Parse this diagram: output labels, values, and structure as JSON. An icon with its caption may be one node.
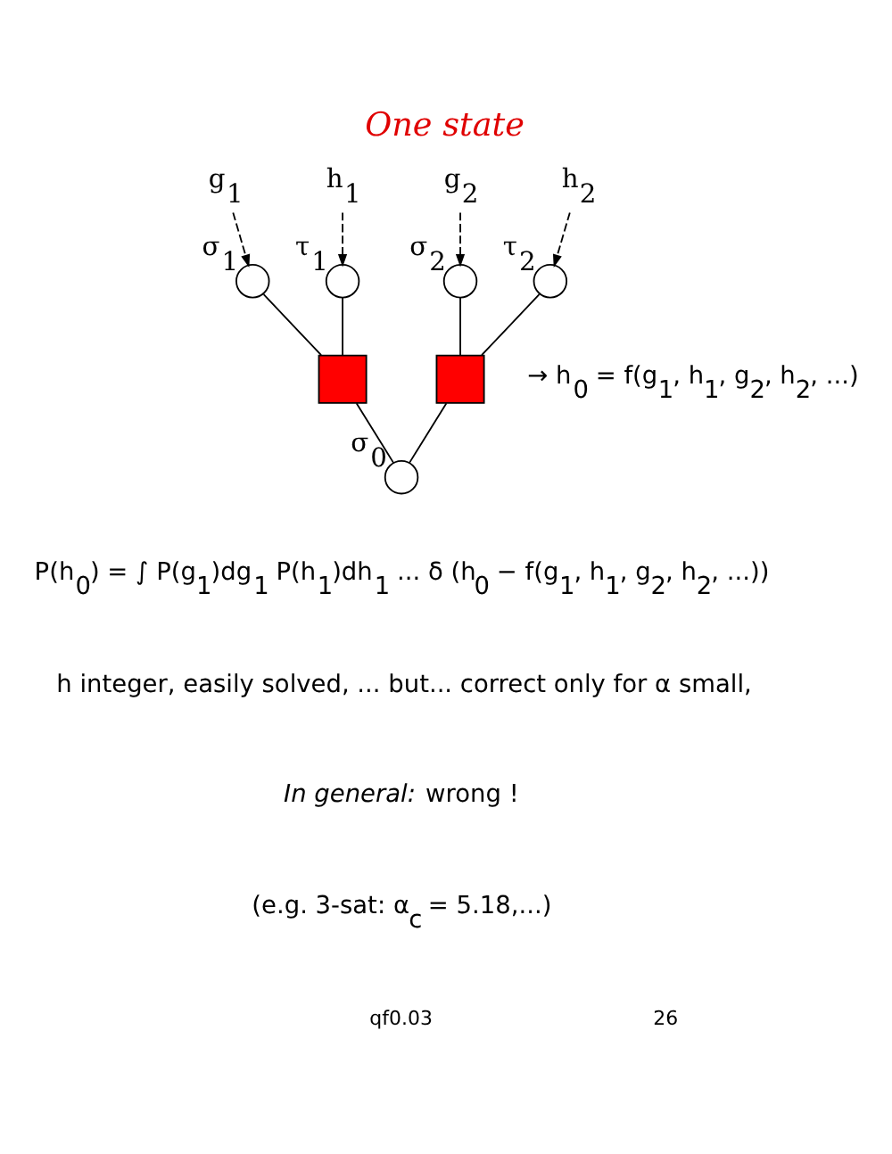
{
  "diagram": {
    "title": "One state",
    "nodes": [
      {
        "text": [
          "g$_{1}$"
        ]
      },
      {
        "text": [
          "h$_{1}$"
        ]
      },
      {
        "text": [
          "g$_{2}$"
        ]
      },
      {
        "text": [
          "h$_{2}$"
        ]
      },
      {
        "text": [],
        "shape": "circle",
        "beside": [
          "σ$_{1}$"
        ]
      },
      {
        "text": [],
        "shape": "circle",
        "beside": [
          "τ$_{1}$"
        ]
      },
      {
        "text": [],
        "shape": "circle",
        "beside": [
          "σ$_{2}$"
        ]
      },
      {
        "text": [],
        "shape": "circle",
        "beside": [
          "τ$_{2}$"
        ]
      },
      {
        "text": [],
        "shape": "box"
      },
      {
        "text": [],
        "shape": "box"
      },
      {
        "text": [],
        "shape": "circle",
        "beside": [
          "σ$_{0}$"
        ]
      }
    ],
    "edges": [
      {
        "from": 0,
        "to": 4,
        "arrow": "to",
        "style": "dashed"
      },
      {
        "from": 1,
        "to": 5,
        "arrow": "to",
        "style": "dashed"
      },
      {
        "from": 2,
        "to": 6,
        "arrow": "to",
        "style": "dashed"
      },
      {
        "from": 3,
        "to": 7,
        "arrow": "to",
        "style": "dashed"
      },
      {
        "from": 4,
        "to": 8,
        "arrow": "none"
      },
      {
        "from": 5,
        "to": 8,
        "arrow": "none"
      },
      {
        "from": 6,
        "to": 9,
        "arrow": "none"
      },
      {
        "from": 7,
        "to": 9,
        "arrow": "none"
      },
      {
        "from": 8,
        "to": 10,
        "arrow": "none"
      },
      {
        "from": 9,
        "to": 10,
        "arrow": "none"
      }
    ],
    "labels": [
      "→ h$_{0}$ = f(g$_{1}$, h$_{1}$, g$_{2}$, h$_{2}$, ...)",
      "P(h$_{0}$) = ∫ P(g$_{1}$)dg$_{1}$ P(h$_{1}$)dh$_{1}$ ... δ (h$_{0}$ − f(g$_{1}$, h$_{1}$, g$_{2}$, h$_{2}$, ...))",
      "h integer, easily solved, ... but... correct only for α small,",
      "*In general:* wrong !",
      "(e.g. 3-sat: α$_{c}$ = 5.18,...)",
      "qf0.03",
      "26"
    ]
  }
}
